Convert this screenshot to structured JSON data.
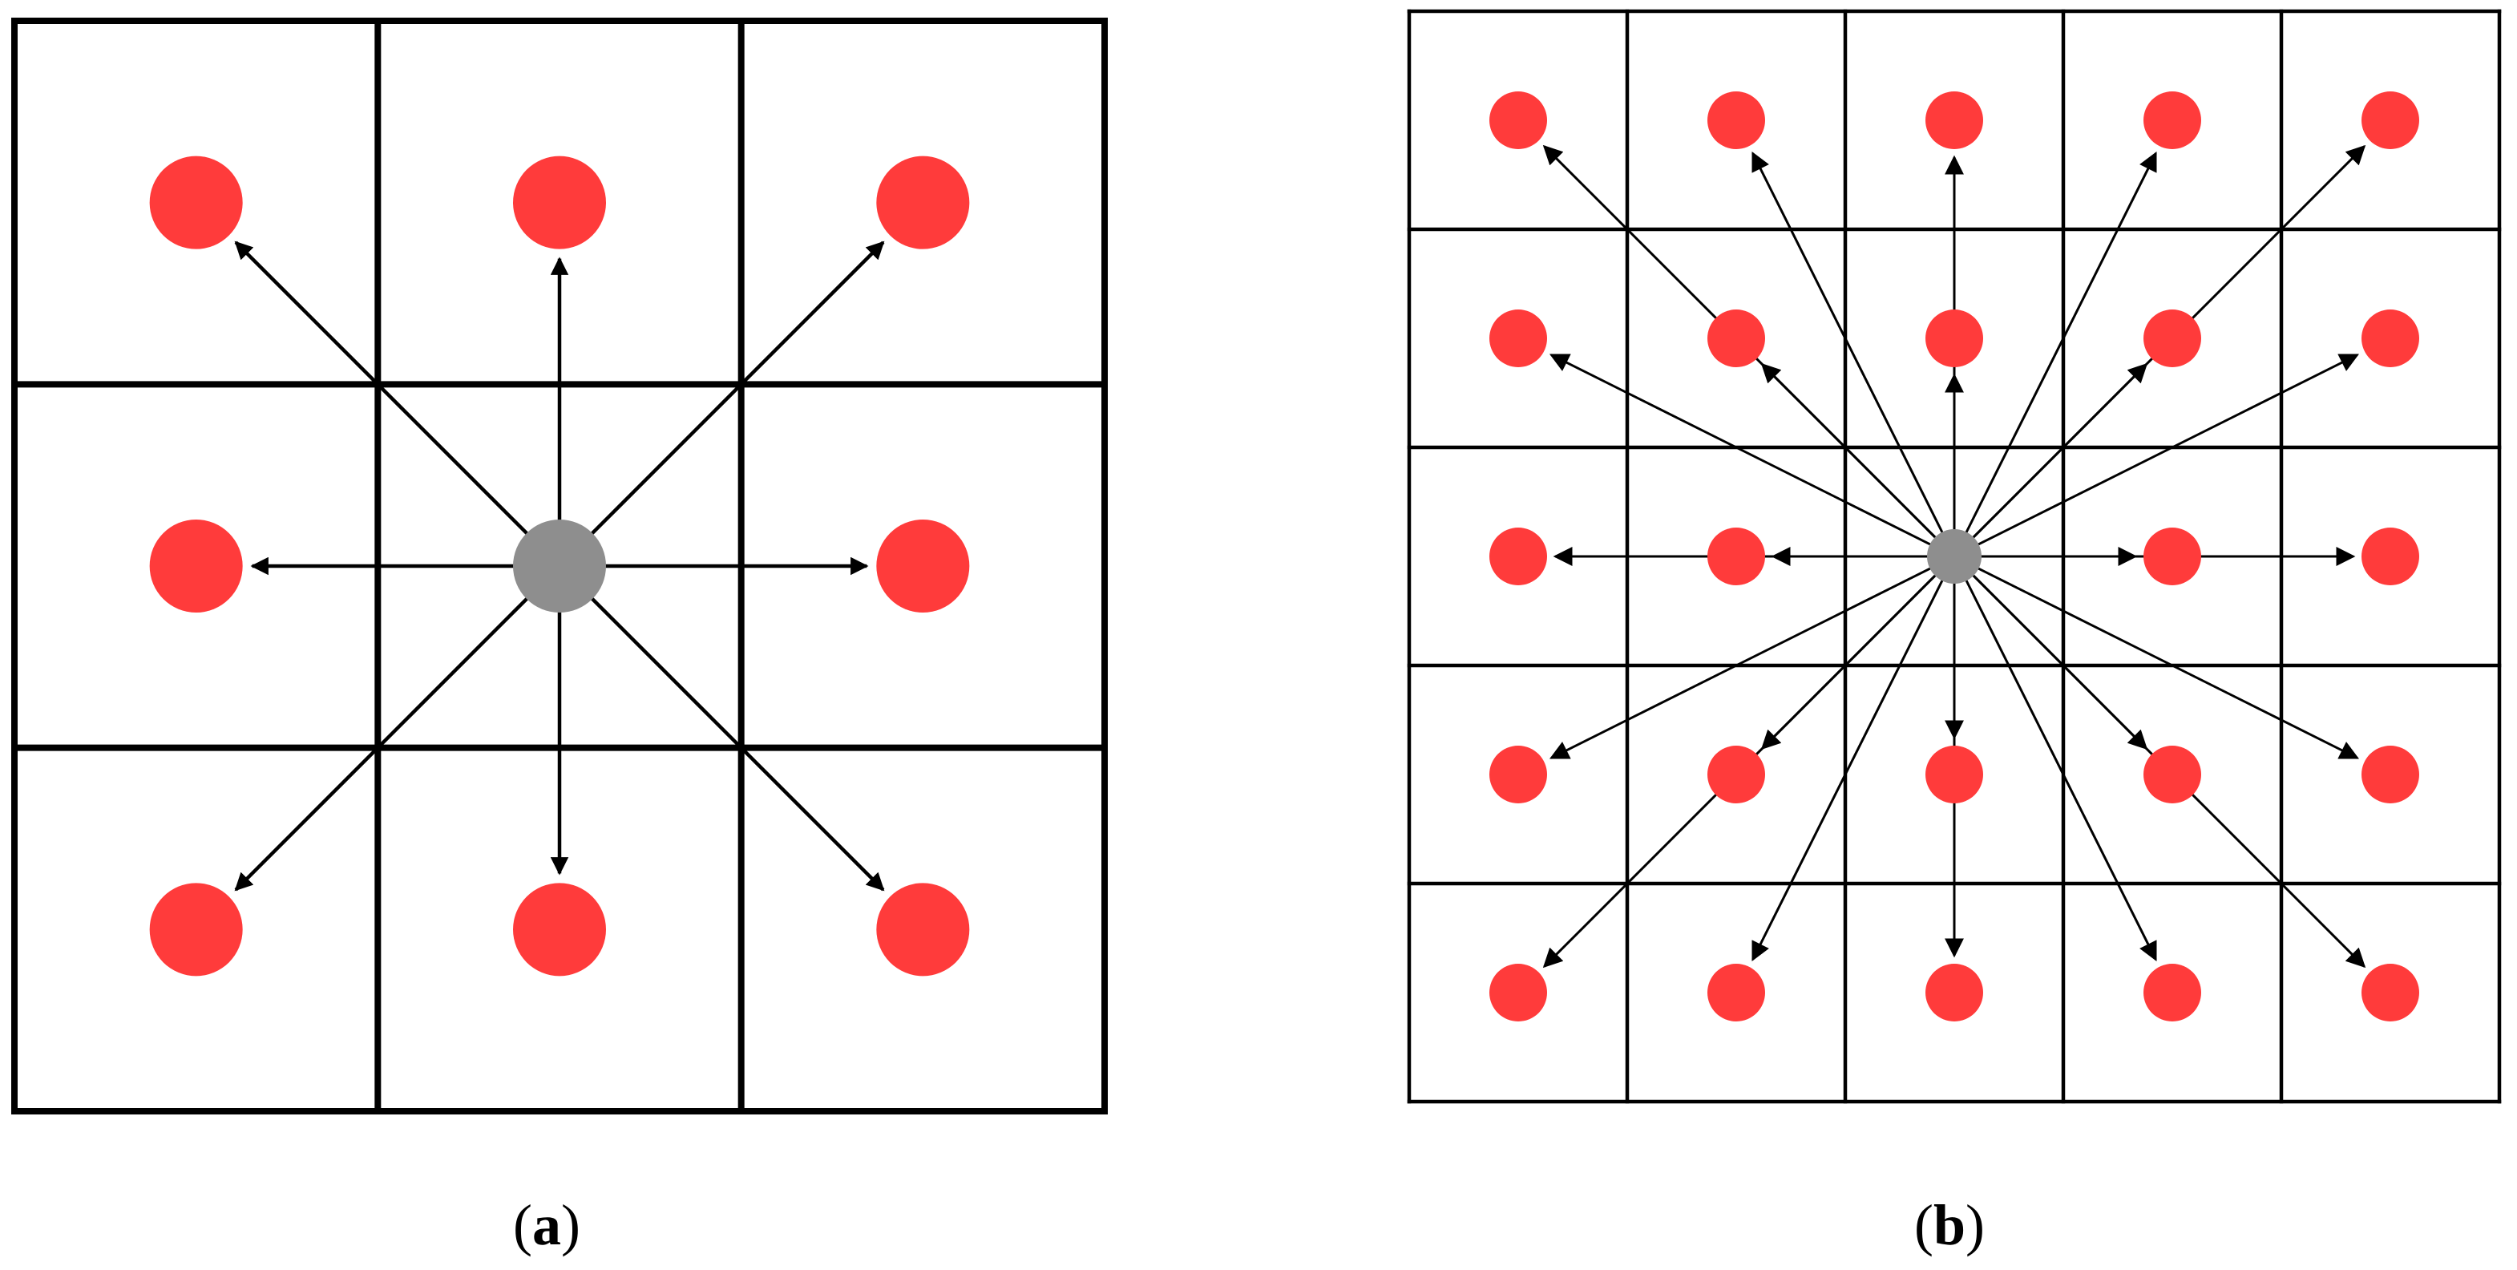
{
  "panels": [
    {
      "id": "a",
      "caption": "a",
      "grid": 3,
      "lines": 4
    },
    {
      "id": "b",
      "caption": "b",
      "grid": 5,
      "lines": 1
    }
  ],
  "captions": {
    "open": "(",
    "close": ")",
    "a": "a",
    "b": "b"
  },
  "colors": {
    "neighbor": "#ff3b3b",
    "center": "#8e8e8e",
    "grid": "#000000",
    "arrow": "#000000"
  }
}
